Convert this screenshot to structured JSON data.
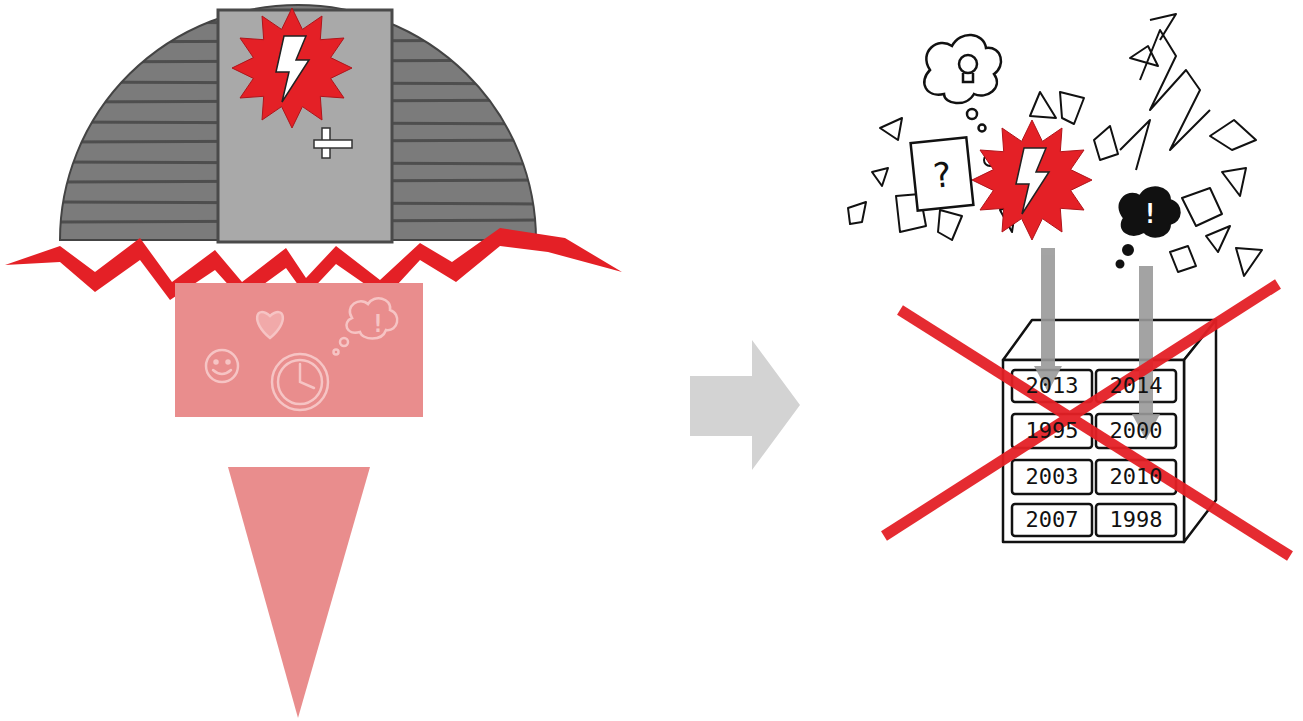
{
  "diagram": {
    "labels": [
      "!",
      "?",
      "!",
      "2013",
      "2014",
      "1995",
      "2000",
      "2003",
      "2010",
      "2007",
      "1998"
    ]
  }
}
